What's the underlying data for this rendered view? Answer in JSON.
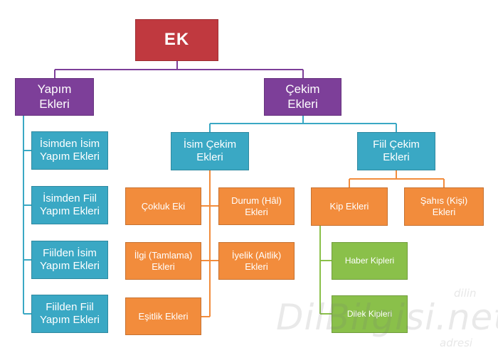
{
  "root": "EK",
  "yapim": {
    "title": "Yapım\nEkleri",
    "items": [
      "İsimden İsim\nYapım Ekleri",
      "İsimden Fiil\nYapım Ekleri",
      "Fiilden İsim\nYapım Ekleri",
      "Fiilden Fiil\nYapım Ekleri"
    ]
  },
  "cekim": {
    "title": "Çekim\nEkleri",
    "isim": {
      "title": "İsim Çekim\nEkleri",
      "items": [
        "Çokluk Eki",
        "Durum (Hâl)\nEkleri",
        "İlgi (Tamlama)\nEkleri",
        "İyelik (Aitlik)\nEkleri",
        "Eşitlik Ekleri"
      ]
    },
    "fiil": {
      "title": "Fiil Çekim\nEkleri",
      "kip": "Kip Ekleri",
      "sahis": "Şahıs (Kişi)\nEkleri",
      "kip_items": [
        "Haber Kipleri",
        "Dilek Kipleri"
      ]
    }
  },
  "watermark": {
    "main": "DilBilgisi.net",
    "top": "dilin",
    "bottom": "adresi"
  },
  "colors": {
    "root": "#c0393f",
    "level1": "#7d3f99",
    "level2": "#3aa8c4",
    "level3": "#f28c3c",
    "level4": "#8ac04a",
    "line_purple": "#7d3f99",
    "line_blue": "#3aa8c4",
    "line_orange": "#f28c3c",
    "line_green": "#8ac04a"
  }
}
